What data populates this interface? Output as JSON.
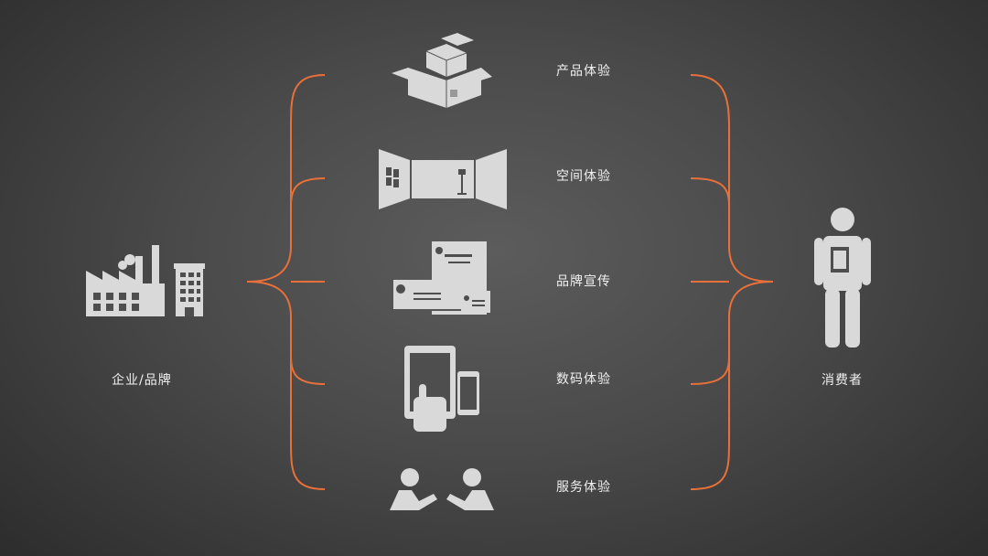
{
  "left_entity": {
    "label": "企业/品牌",
    "icon": "factory-icon"
  },
  "right_entity": {
    "label": "消费者",
    "icon": "consumer-person-icon"
  },
  "categories": [
    {
      "label": "产品体验",
      "icon": "box-icon"
    },
    {
      "label": "空间体验",
      "icon": "room-space-icon"
    },
    {
      "label": "品牌宣传",
      "icon": "brand-stationery-icon"
    },
    {
      "label": "数码体验",
      "icon": "tablet-phone-icon"
    },
    {
      "label": "服务体验",
      "icon": "service-people-icon"
    }
  ],
  "colors": {
    "bracket": "#e8703a",
    "icon": "#d9d9d9",
    "text": "#f0f0f0"
  }
}
